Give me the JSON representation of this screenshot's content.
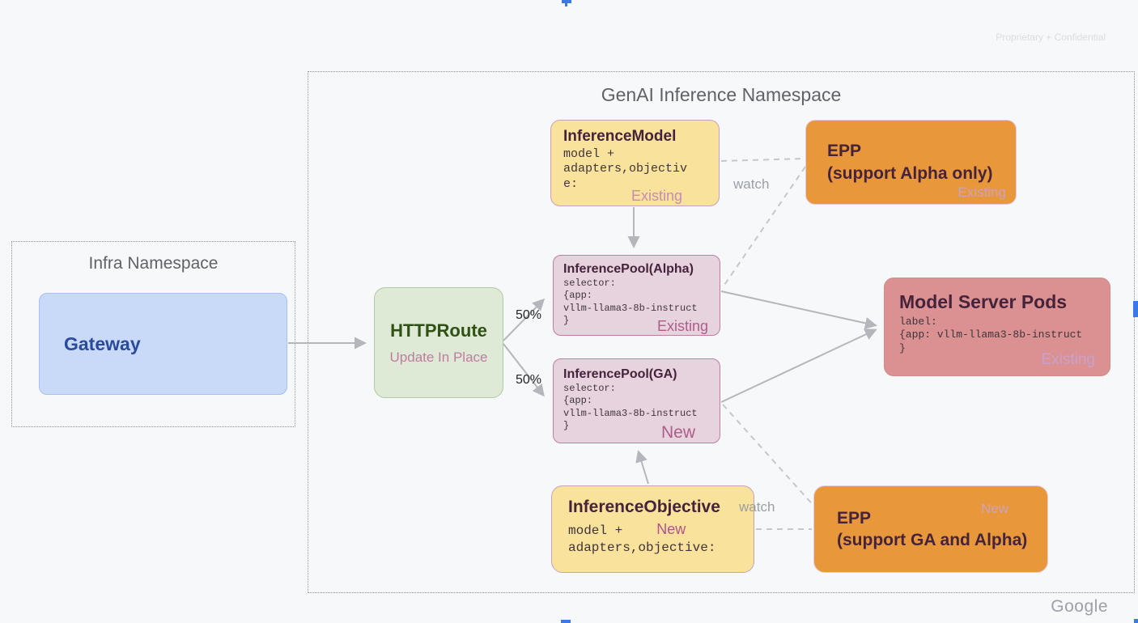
{
  "slide": {
    "proprietary": "Proprietary + Confidential",
    "google_logo": "Google"
  },
  "infra_namespace": {
    "title": "Infra Namespace",
    "gateway": {
      "label": "Gateway"
    }
  },
  "genai_namespace": {
    "title": "GenAI Inference Namespace",
    "httproute": {
      "title": "HTTPRoute",
      "subtitle": "Update In Place"
    },
    "inference_model": {
      "title": "InferenceModel",
      "body_lines": [
        "model +",
        "adapters,objectiv",
        "e:"
      ],
      "status": "Existing"
    },
    "epp_alpha": {
      "title_line1": "EPP",
      "title_line2": "(support Alpha only)",
      "status": "Existing"
    },
    "pool_alpha": {
      "title": "InferencePool(Alpha)",
      "body_lines": [
        "selector:",
        "{app:",
        "vllm-llama3-8b-instruct",
        "}"
      ],
      "status": "Existing"
    },
    "pool_ga": {
      "title": "InferencePool(GA)",
      "body_lines": [
        "selector:",
        "{app:",
        "vllm-llama3-8b-instruct",
        "}"
      ],
      "status": "New"
    },
    "model_server_pods": {
      "title": "Model Server Pods",
      "body_lines": [
        "label:",
        "{app: vllm-llama3-8b-instruct",
        "}"
      ],
      "status": "Existing"
    },
    "inference_objective": {
      "title": "InferenceObjective",
      "body_line1": "model +",
      "inline_status": "New",
      "body_line2": "adapters,objective:"
    },
    "epp_ga": {
      "title_line1": "EPP",
      "title_line2": "(support GA and Alpha)",
      "status": "New"
    },
    "labels": {
      "split_top": "50%",
      "split_bottom": "50%",
      "watch_top": "watch",
      "watch_bottom": "watch"
    }
  },
  "colors": {
    "background": "#F7F8F9",
    "gateway_fill": "#C9DAF8",
    "gateway_text": "#2B4A9B",
    "httproute_fill": "#DEE9D6",
    "httproute_text": "#2F5114",
    "yellow_fill": "#F8E29C",
    "orange_fill": "#E9973B",
    "pool_fill": "#E7D3DE",
    "pods_fill": "#DB9191",
    "dark_title": "#45233B",
    "status_pink": "#AD5E88",
    "status_lavender": "#C5A5D4",
    "update_in_place_pink": "#C27BA0",
    "arrow_gray": "#B3B6BB",
    "selection_blue": "#3C78E8"
  }
}
